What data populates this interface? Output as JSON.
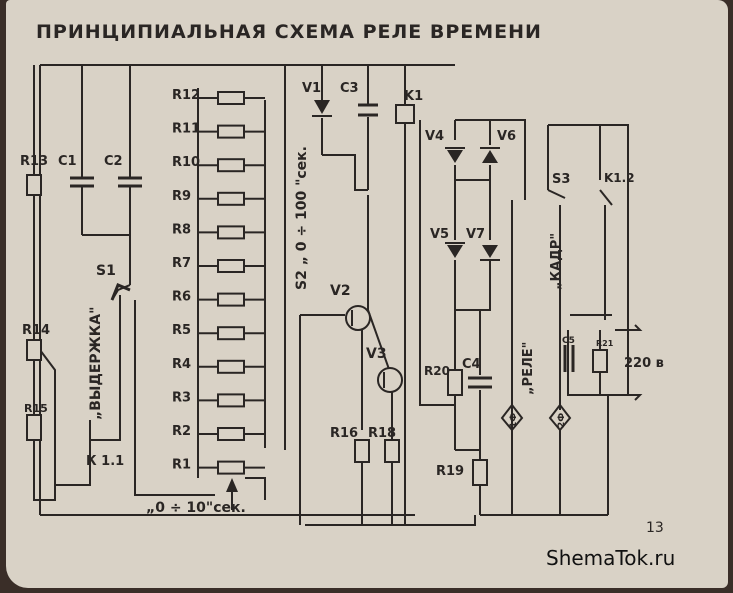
{
  "title": "ПРИНЦИПИАЛЬНАЯ СХЕМА РЕЛЕ ВРЕМЕНИ",
  "resistor_ladder": [
    "R12",
    "R11",
    "R10",
    "R9",
    "R8",
    "R7",
    "R6",
    "R5",
    "R4",
    "R3",
    "R2",
    "R1"
  ],
  "labels": {
    "r13": "R13",
    "c1": "C1",
    "c2": "C2",
    "r14": "R14",
    "r15": "R15",
    "s1": "S1",
    "k11": "К 1.1",
    "vyderzhka": "„ВЫДЕРЖКА\"",
    "s2": "S2 „ 0 ÷ 100 \"сек.",
    "range10": "„0 ÷ 10\"сек.",
    "v1": "V1",
    "c3": "C3",
    "k1": "K1",
    "v2": "V2",
    "v3": "V3",
    "r16": "R16",
    "r18": "R18",
    "v4": "V4",
    "v6": "V6",
    "v5": "V5",
    "v7": "V7",
    "r20": "R20",
    "c4": "C4",
    "r19": "R19",
    "rele": "„РЕЛЕ\"",
    "kadr": "„КАДР\"",
    "s3": "S3",
    "k12": "K1.2",
    "c5": "C5",
    "r21": "R21",
    "v220": "220 в",
    "plug1": "1Ф",
    "plug2": "2Ф"
  },
  "page_number": "13",
  "watermark": "ShemaTok.ru"
}
